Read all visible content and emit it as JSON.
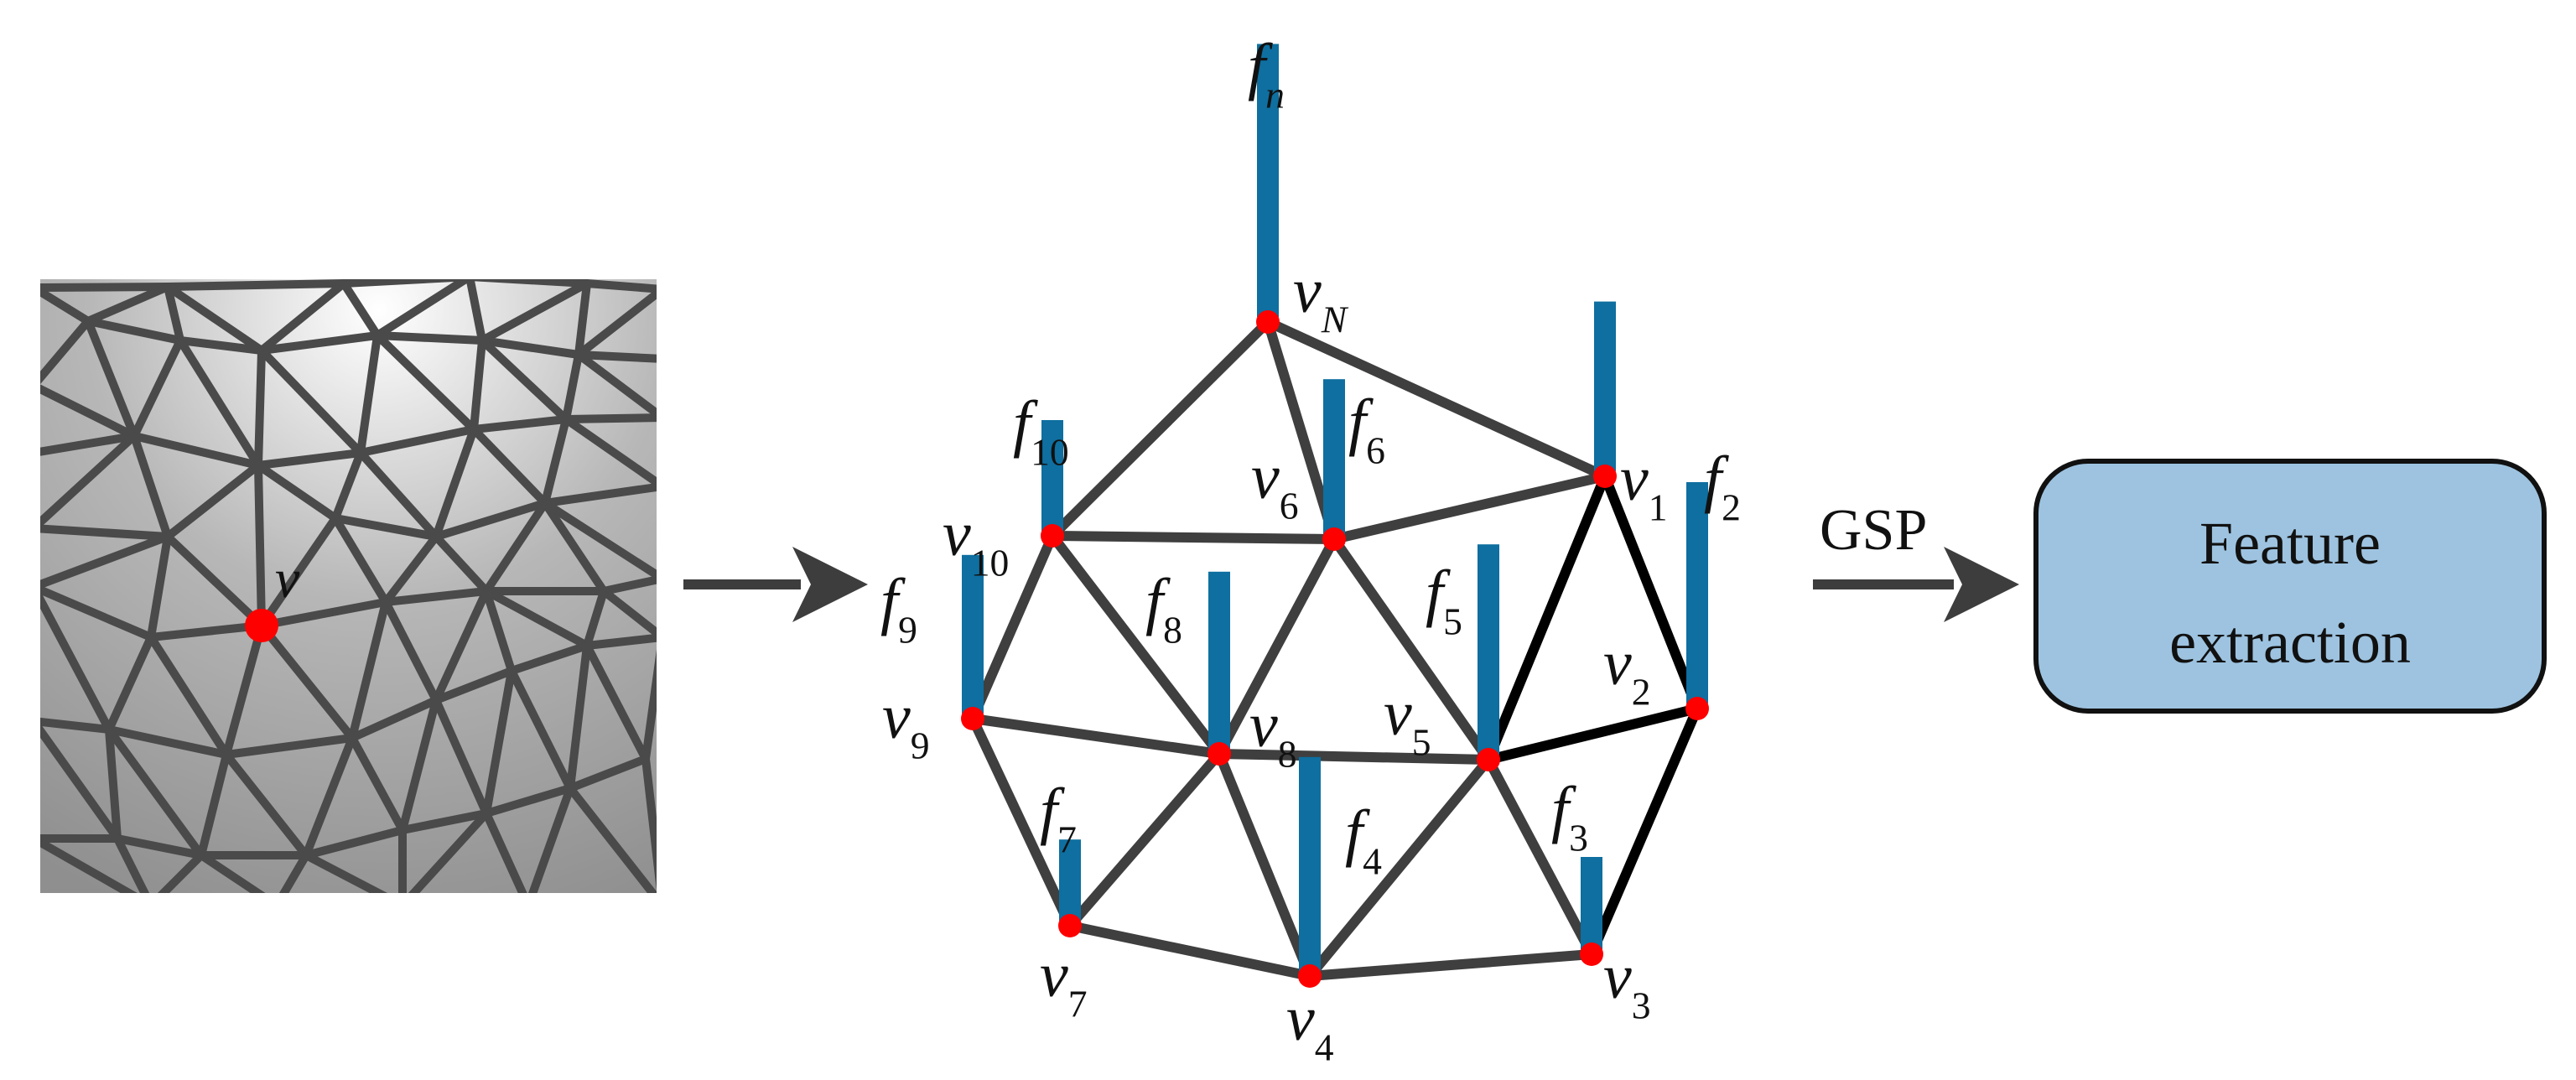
{
  "colors": {
    "edge": "#3f3f3f",
    "edge_dark": "#000000",
    "vertex": "#ff0000",
    "feature_bar": "#0e6fa0",
    "box_fill": "#9dc3e0",
    "box_stroke": "#111111",
    "arrow": "#3d3d3d"
  },
  "mesh_patch": {
    "vertex_label": "v"
  },
  "graph": {
    "vertices": [
      {
        "id": "vN",
        "base": "v",
        "sub": "N",
        "feature": "f",
        "fsub": "n",
        "level": 0.74
      },
      {
        "id": "v1",
        "base": "v",
        "sub": "1",
        "feature": "",
        "fsub": "",
        "level": 0.46
      },
      {
        "id": "v2",
        "base": "v",
        "sub": "2",
        "feature": "f",
        "fsub": "2",
        "level": 0.6
      },
      {
        "id": "v3",
        "base": "v",
        "sub": "3",
        "feature": "f",
        "fsub": "3",
        "level": 0.25
      },
      {
        "id": "v4",
        "base": "v",
        "sub": "4",
        "feature": "f",
        "fsub": "4",
        "level": 0.58
      },
      {
        "id": "v5",
        "base": "v",
        "sub": "5",
        "feature": "f",
        "fsub": "5",
        "level": 0.57
      },
      {
        "id": "v6",
        "base": "v",
        "sub": "6",
        "feature": "f",
        "fsub": "6",
        "level": 0.42
      },
      {
        "id": "v7",
        "base": "v",
        "sub": "7",
        "feature": "f",
        "fsub": "7",
        "level": 0.22
      },
      {
        "id": "v8",
        "base": "v",
        "sub": "8",
        "feature": "f",
        "fsub": "8",
        "level": 0.48
      },
      {
        "id": "v9",
        "base": "v",
        "sub": "9",
        "feature": "f",
        "fsub": "9",
        "level": 0.43
      },
      {
        "id": "v10",
        "base": "v",
        "sub": "10",
        "feature": "f",
        "fsub": "10",
        "level": 0.3
      }
    ],
    "edges": [
      [
        "vN",
        "v10"
      ],
      [
        "vN",
        "v6"
      ],
      [
        "vN",
        "v1"
      ],
      [
        "v10",
        "v6"
      ],
      [
        "v6",
        "v1"
      ],
      [
        "v10",
        "v9"
      ],
      [
        "v10",
        "v8"
      ],
      [
        "v6",
        "v8"
      ],
      [
        "v6",
        "v5"
      ],
      [
        "v1",
        "v5"
      ],
      [
        "v1",
        "v2"
      ],
      [
        "v2",
        "v5"
      ],
      [
        "v2",
        "v3"
      ],
      [
        "v5",
        "v3"
      ],
      [
        "v9",
        "v8"
      ],
      [
        "v8",
        "v5"
      ],
      [
        "v9",
        "v7"
      ],
      [
        "v8",
        "v7"
      ],
      [
        "v8",
        "v4"
      ],
      [
        "v5",
        "v4"
      ],
      [
        "v7",
        "v4"
      ],
      [
        "v4",
        "v3"
      ]
    ],
    "dark_edges": [
      [
        "v1",
        "v5"
      ],
      [
        "v1",
        "v2"
      ],
      [
        "v2",
        "v5"
      ],
      [
        "v2",
        "v3"
      ]
    ]
  },
  "gsp_label": "GSP",
  "feature_box": {
    "line1": "Feature",
    "line2": "extraction"
  }
}
